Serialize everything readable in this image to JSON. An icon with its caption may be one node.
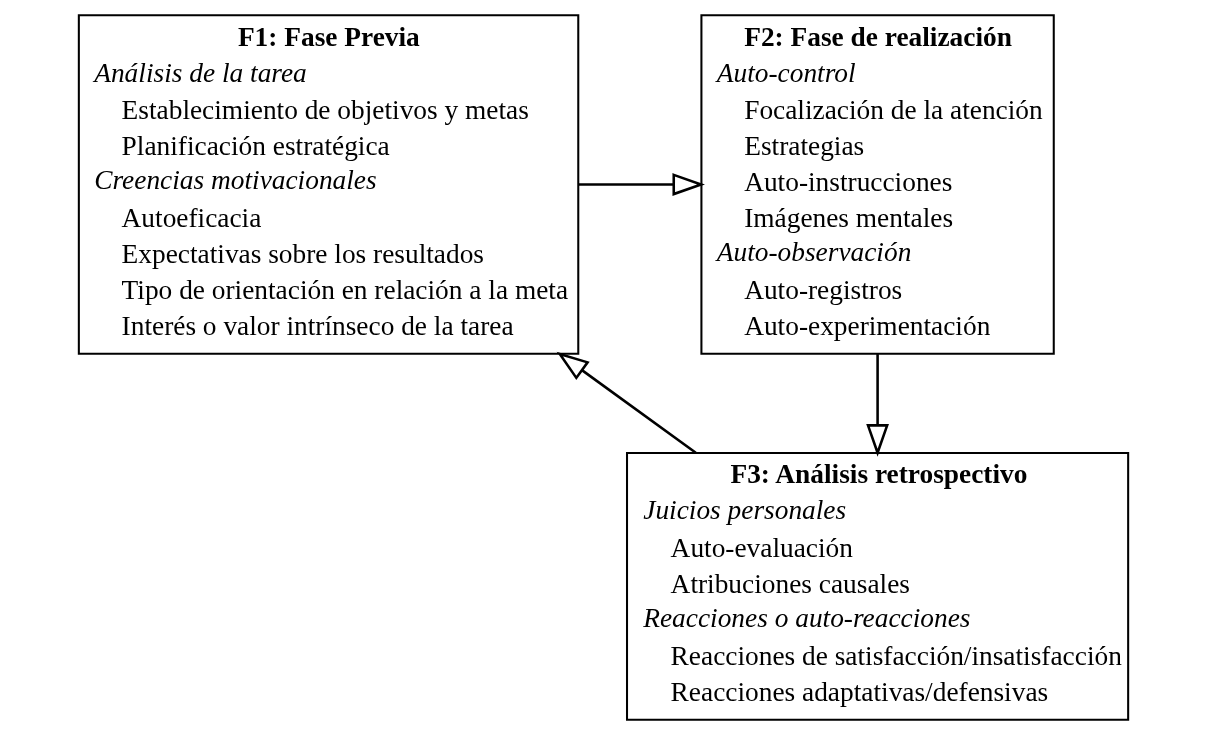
{
  "diagram": {
    "nodes": [
      {
        "text": [
          "F1: Fase Previa",
          "Análisis de la tarea",
          "Establecimiento de objetivos y metas",
          "Planificación estratégica",
          "Creencias motivacionales",
          "Autoeficacia",
          "Expectativas sobre los resultados",
          "Tipo de orientación en relación a la meta",
          "Interés o valor intrínseco de la tarea"
        ]
      },
      {
        "text": [
          "F2: Fase de realización",
          "Auto-control",
          "Focalización de la atención",
          "Estrategias",
          "Auto-instrucciones",
          "Imágenes mentales",
          "Auto-observación",
          "Auto-registros",
          "Auto-experimentación"
        ]
      },
      {
        "text": [
          "F3: Análisis retrospectivo",
          "Juicios personales",
          "Auto-evaluación",
          "Atribuciones causales",
          "Reacciones o auto-reacciones",
          "Reacciones de satisfacción/insatisfacción",
          "Reacciones adaptativas/defensivas"
        ]
      }
    ],
    "edges": [
      {
        "from": 0,
        "to": 1,
        "arrow": "to"
      },
      {
        "from": 1,
        "to": 2,
        "arrow": "to"
      },
      {
        "from": 2,
        "to": 0,
        "arrow": "to"
      }
    ]
  }
}
